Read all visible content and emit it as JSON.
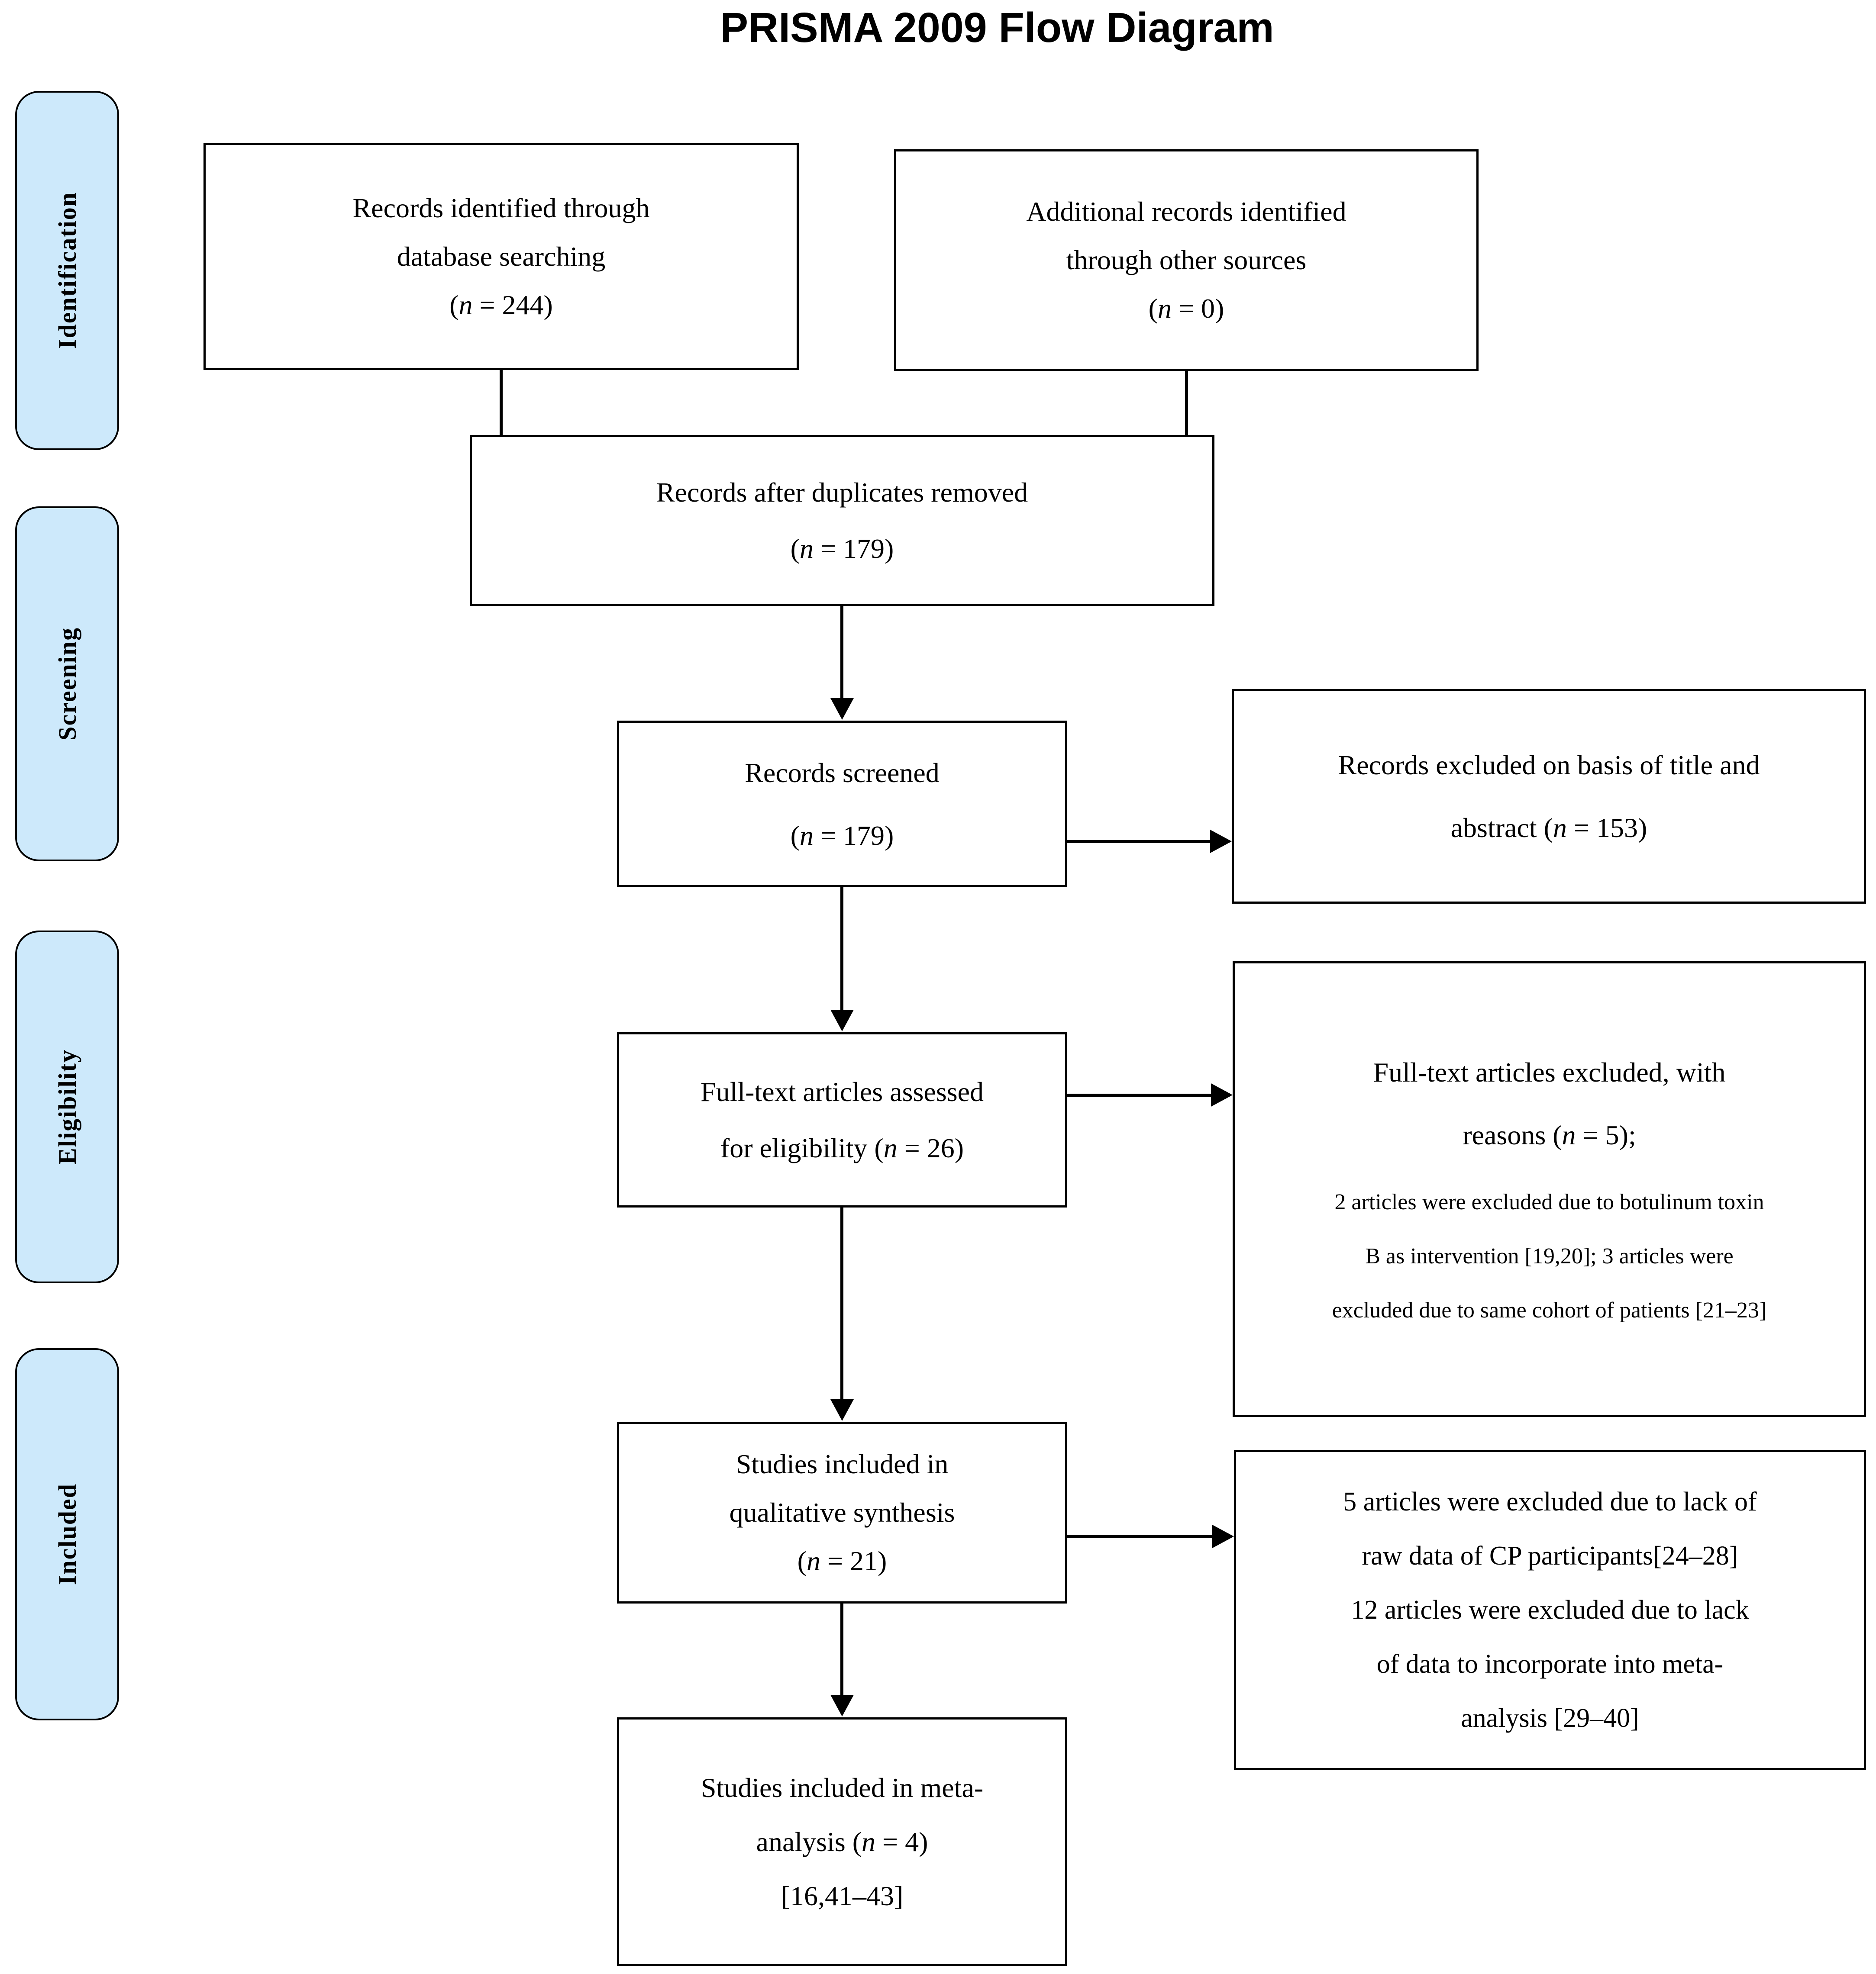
{
  "title": "PRISMA 2009 Flow Diagram",
  "colors": {
    "stage_fill": "#cde9fb",
    "line_color": "#000000",
    "background": "#ffffff"
  },
  "stages": [
    {
      "label": "Identification"
    },
    {
      "label": "Screening"
    },
    {
      "label": "Eligibility"
    },
    {
      "label": "Included"
    }
  ],
  "boxes": {
    "identified": {
      "lines": [
        "Records identified through",
        "database searching",
        "(n = 244)"
      ]
    },
    "additional": {
      "lines": [
        "Additional records identified",
        "through other sources",
        "(n = 0)"
      ]
    },
    "deduplicated": {
      "lines": [
        "Records after duplicates removed",
        "(n = 179)"
      ]
    },
    "screened": {
      "lines": [
        "Records screened",
        "(n = 179)"
      ]
    },
    "excluded_screening": {
      "lines": [
        "Records excluded on basis of title and",
        "abstract (n = 153)"
      ]
    },
    "fulltext": {
      "lines": [
        "Full-text articles assessed",
        "for eligibility (n = 26)"
      ]
    },
    "excluded_fulltext": {
      "lines": [
        "Full-text articles excluded, with",
        "reasons (n = 5);"
      ],
      "detail_lines": [
        "2 articles were excluded due to botulinum toxin",
        "B as intervention [19,20]; 3 articles were",
        "excluded due to same cohort of patients [21–23]"
      ]
    },
    "qualitative": {
      "lines": [
        "Studies included in",
        "qualitative synthesis",
        "(n = 21)"
      ]
    },
    "excluded_meta": {
      "lines": [
        "5 articles were excluded due to lack of",
        "raw data of CP participants[24–28]",
        "12 articles were excluded due to lack",
        "of data to incorporate into meta-",
        "analysis [29–40]"
      ]
    },
    "meta": {
      "lines": [
        "Studies included in meta-",
        "analysis (n = 4)",
        "[16,41–43]"
      ]
    }
  }
}
